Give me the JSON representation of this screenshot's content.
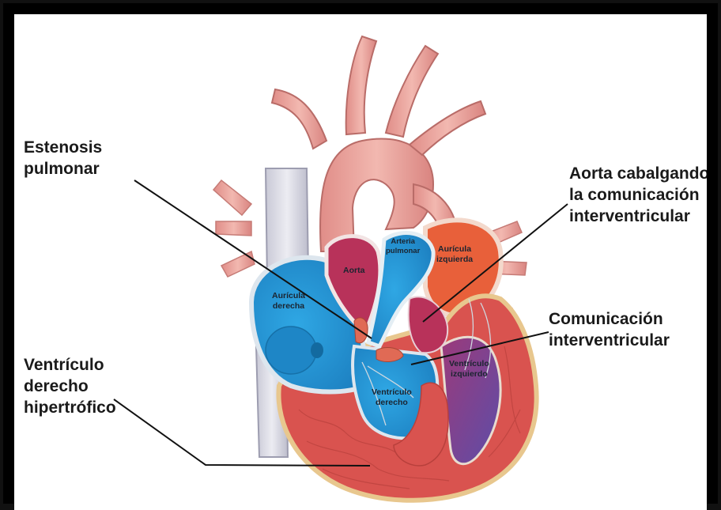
{
  "labels": {
    "estenosis": [
      "Estenosis",
      "pulmonar"
    ],
    "aorta_cabalgando": [
      "Aorta cabalgando",
      "la comunicación",
      "interventricular"
    ],
    "comunicacion": [
      "Comunicación",
      "interventricular"
    ],
    "ventriculo_derecho_hipertrofico": [
      "Ventrículo",
      "derecho",
      "hipertrófico"
    ]
  },
  "inner_labels": {
    "aorta": "Aorta",
    "arteria_pulmonar": [
      "Arteria",
      "pulmonar"
    ],
    "auricula_izquierda": [
      "Aurícula",
      "izquierda"
    ],
    "auricula_derecha": [
      "Aurícula",
      "derecha"
    ],
    "ventriculo_derecho": [
      "Ventrículo",
      "derecho"
    ],
    "ventriculo_izquierdo": [
      "Ventrículo",
      "izquierdo"
    ]
  },
  "colors": {
    "frame": "#000000",
    "background": "#ffffff",
    "vessel": "#e9a39c",
    "deoxygenated_blood": "#2a9ad8",
    "oxygenated_blood": "#b8325a",
    "left_atrium": "#e8603a",
    "myocardium": "#d9534f",
    "leader_line": "#111111"
  }
}
